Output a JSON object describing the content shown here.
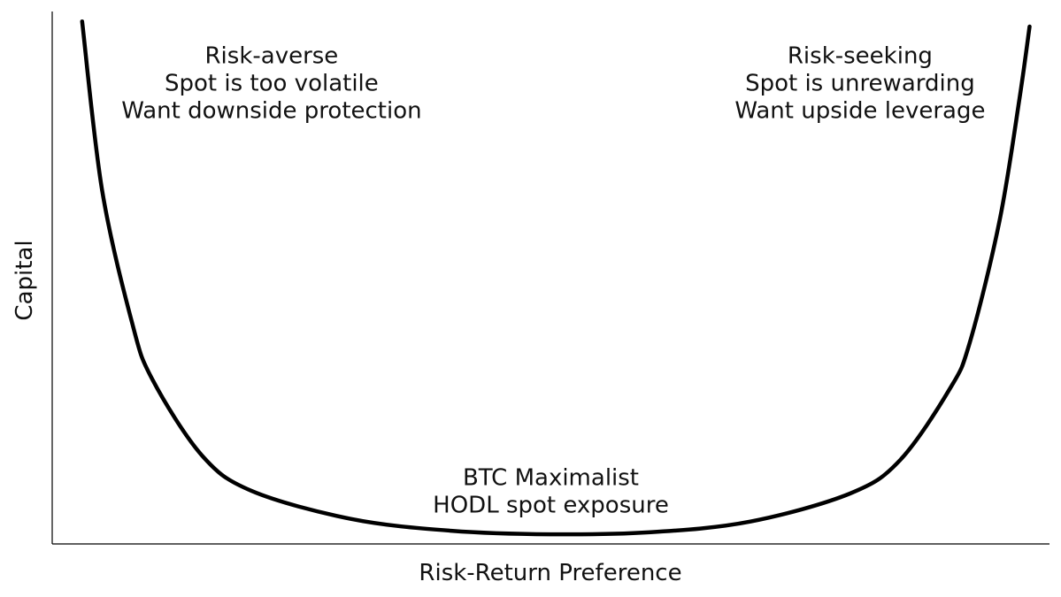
{
  "chart_data": {
    "type": "line",
    "title": "",
    "xlabel": "Risk-Return Preference",
    "ylabel": "Capital",
    "grid": false,
    "ticks": false,
    "axes_visible": [
      "left",
      "bottom"
    ],
    "xlim": [
      0,
      1
    ],
    "ylim": [
      0,
      1
    ],
    "line_color": "#000000",
    "series": [
      {
        "name": "",
        "x": [
          0.03,
          0.05,
          0.08,
          0.1,
          0.15,
          0.2,
          0.3,
          0.4,
          0.5,
          0.6,
          0.7,
          0.8,
          0.85,
          0.9,
          0.92,
          0.95,
          0.97,
          0.98
        ],
        "y": [
          1.01,
          0.68,
          0.42,
          0.31,
          0.16,
          0.09,
          0.035,
          0.012,
          0.005,
          0.009,
          0.03,
          0.085,
          0.15,
          0.29,
          0.38,
          0.62,
          0.86,
          1.0
        ]
      }
    ],
    "annotations": [
      {
        "lines": [
          "Risk-averse",
          "Spot is too volatile",
          "Want downside protection"
        ],
        "x": 0.22,
        "y": 0.89
      },
      {
        "lines": [
          "Risk-seeking",
          "Spot is unrewarding",
          "Want upside leverage"
        ],
        "x": 0.81,
        "y": 0.89
      },
      {
        "lines": [
          "BTC Maximalist",
          "HODL spot exposure"
        ],
        "x": 0.5,
        "y": 0.09
      }
    ]
  }
}
